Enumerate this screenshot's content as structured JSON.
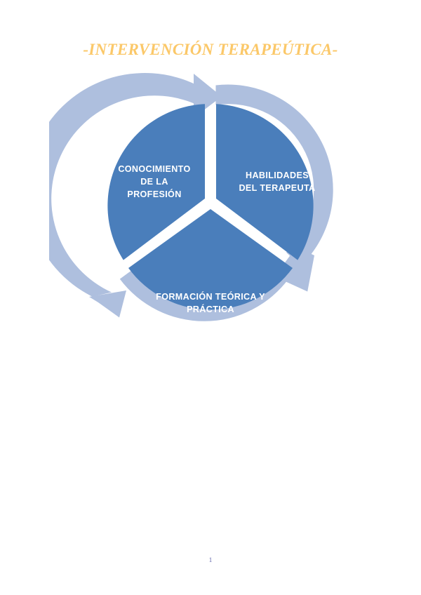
{
  "document": {
    "title": "-INTERVENCIÓN TERAPEÚTICA-",
    "page_number": "1"
  },
  "colors": {
    "title_gold": "#fbc869",
    "segment_blue": "#4a7ebb",
    "arrow_light_blue": "#aebfde",
    "label_white": "#ffffff",
    "page_bg": "#ffffff",
    "page_number_color": "#5a5ea8"
  },
  "diagram": {
    "type": "cycle",
    "segment_count": 3,
    "direction": "clockwise",
    "segments": [
      {
        "id": "conocimiento",
        "label_lines": [
          "CONOCIMIENTO",
          "DE LA",
          "PROFESIÓN"
        ],
        "position": "upper-left"
      },
      {
        "id": "habilidades",
        "label_lines": [
          "HABILIDADES",
          "DEL TERAPEUTA"
        ],
        "position": "upper-right"
      },
      {
        "id": "formacion",
        "label_lines": [
          "FORMACIÓN TEÓRICA Y",
          "PRÁCTICA"
        ],
        "position": "bottom"
      }
    ],
    "arrows": [
      {
        "id": "arrow-top",
        "points_to": "habilidades"
      },
      {
        "id": "arrow-bottom-right",
        "points_to": "formacion"
      },
      {
        "id": "arrow-bottom-left",
        "points_to": "conocimiento"
      }
    ]
  }
}
